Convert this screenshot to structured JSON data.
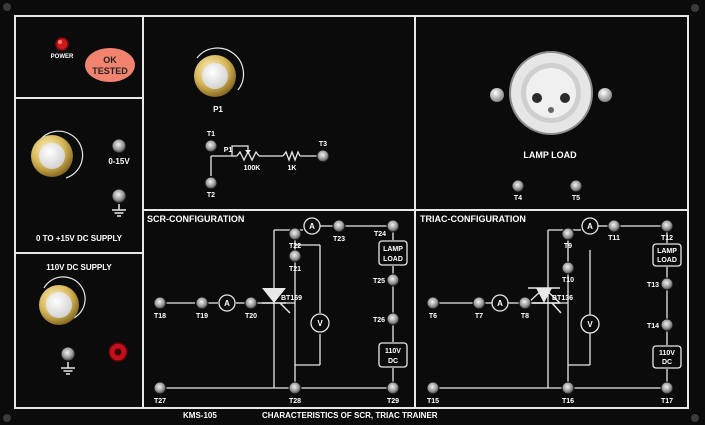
{
  "power_label": "POWER",
  "ok_tested": [
    "OK",
    "TESTED"
  ],
  "pot_p1": "P1",
  "supply_15_range": "0-15V",
  "supply_15_title": "0 TO +15V DC SUPPLY",
  "supply_110_title": "110V DC SUPPLY",
  "resistor_100k": "100K",
  "resistor_1k": "1K",
  "pot_p1_small": "P1",
  "lamp_load_title": "LAMP LOAD",
  "scr_title": "SCR-CONFIGURATION",
  "triac_title": "TRIAC-CONFIGURATION",
  "scr_device": "BT169",
  "triac_device": "BT136",
  "footer_model": "KMS-105",
  "footer_title": "CHARACTERISTICS OF  SCR, TRIAC TRAINER",
  "lamp_box": [
    "LAMP",
    "LOAD"
  ],
  "dc_box": [
    "110V",
    "DC"
  ],
  "meter_a": "A",
  "meter_v": "V",
  "terminals": {
    "t1": "T1",
    "t2": "T2",
    "t3": "T3",
    "t4": "T4",
    "t5": "T5",
    "t6": "T6",
    "t7": "T7",
    "t8": "T8",
    "t9": "T9",
    "t10": "T10",
    "t11": "T11",
    "t12": "T12",
    "t13": "T13",
    "t14": "T14",
    "t15": "T15",
    "t16": "T16",
    "t17": "T17",
    "t18": "T18",
    "t19": "T19",
    "t20": "T20",
    "t21": "T21",
    "t22": "T22",
    "t23": "T23",
    "t24": "T24",
    "t25": "T25",
    "t26": "T26",
    "t27": "T27",
    "t28": "T28",
    "t29": "T29"
  },
  "colors": {
    "panel": "#0b0b0b",
    "line": "#e8e8e8",
    "knob": "#d9b85a",
    "led": "#cc1a1a",
    "tested_badge": "#f2836f",
    "red_socket": "#c4101a"
  }
}
